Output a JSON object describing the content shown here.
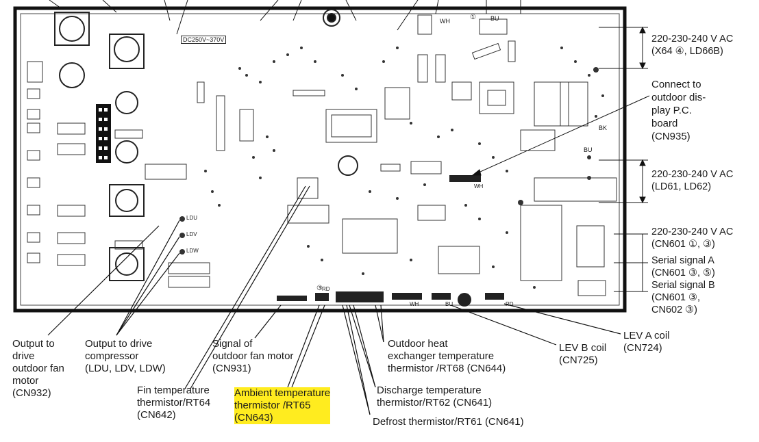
{
  "board": {
    "dc_voltage_label": "DC250V~370V",
    "ac_in_bu": "BU",
    "ac_in_wh": "WH",
    "cn_wh": "WH",
    "cn_rd": "RD",
    "cn_bu": "BU",
    "cn_bk": "BK",
    "ld_labels": [
      "LDU",
      "LDV",
      "LDW"
    ],
    "mark_1": "①",
    "mark_3": "③"
  },
  "callouts_right": [
    {
      "id": "ac-x64",
      "text": "220-230-240 V AC\n(X64 ④, LD66B)"
    },
    {
      "id": "cn935",
      "text": "Connect to\noutdoor dis-\nplay P.C.\nboard\n(CN935)"
    },
    {
      "id": "ac-ld61",
      "text": "220-230-240 V AC\n(LD61, LD62)"
    },
    {
      "id": "ac-cn601",
      "text": "220-230-240 V AC\n(CN601 ①, ③)"
    },
    {
      "id": "serial-a",
      "text": "Serial signal A\n(CN601 ③, ⑤)"
    },
    {
      "id": "serial-b",
      "text": "Serial signal B\n(CN601 ③,\n CN602 ③)"
    }
  ],
  "callouts_bottom": [
    {
      "id": "cn932",
      "text": "Output to\ndrive\noutdoor fan\nmotor\n(CN932)"
    },
    {
      "id": "compressor",
      "text": "Output to drive\ncompressor\n(LDU, LDV, LDW)"
    },
    {
      "id": "cn931",
      "text": "Signal of\noutdoor fan motor\n(CN931)"
    },
    {
      "id": "rt64",
      "text": "Fin temperature\nthermistor/RT64\n(CN642)"
    },
    {
      "id": "rt65",
      "text": "Ambient temperature\nthermistor /RT65\n(CN643)"
    },
    {
      "id": "rt68",
      "text": "Outdoor heat\nexchanger temperature\nthermistor /RT68 (CN644)"
    },
    {
      "id": "rt62",
      "text": "Discharge temperature\nthermistor/RT62 (CN641)"
    },
    {
      "id": "rt61",
      "text": "Defrost thermistor/RT61 (CN641)"
    },
    {
      "id": "lev-b",
      "text": "LEV B coil\n(CN725)"
    },
    {
      "id": "lev-a",
      "text": "LEV A coil\n(CN724)"
    }
  ]
}
